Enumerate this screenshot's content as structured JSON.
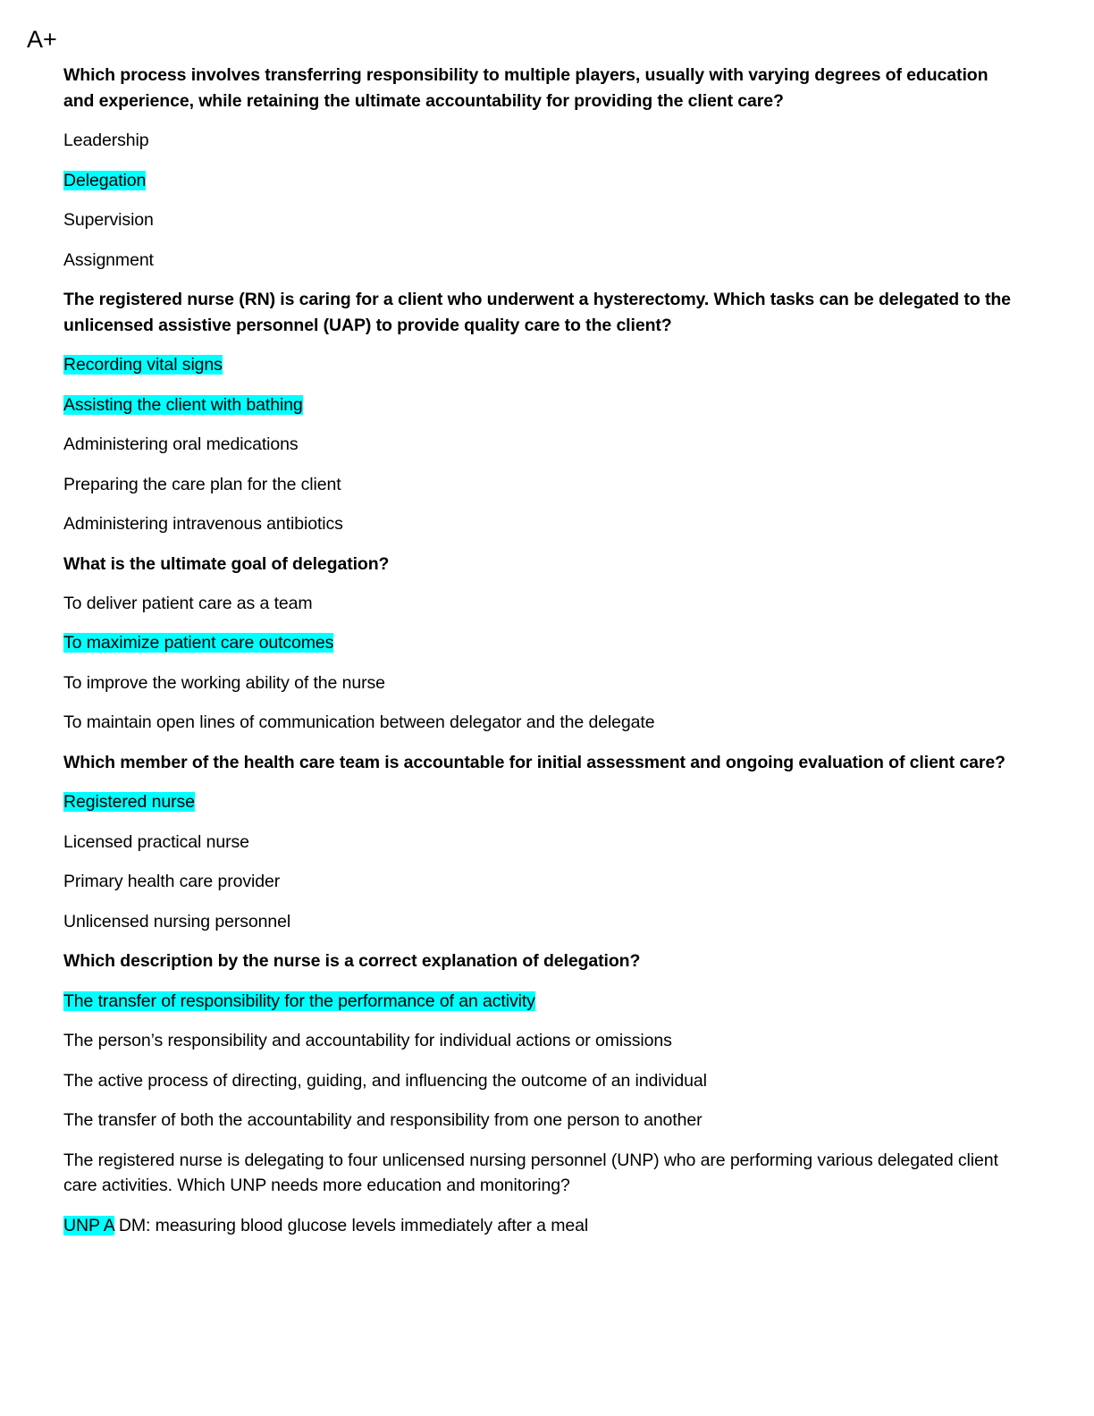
{
  "header": {
    "grade_label": "A+"
  },
  "highlight_color": "#00ffff",
  "questions": [
    {
      "question": "Which process involves transferring responsibility to multiple players, usually with varying degrees of education and experience, while retaining the ultimate accountability for providing the client care?",
      "options": [
        {
          "text": "Leadership",
          "highlighted": false
        },
        {
          "text": "Delegation",
          "highlighted": true
        },
        {
          "text": "Supervision",
          "highlighted": false
        },
        {
          "text": "Assignment",
          "highlighted": false
        }
      ]
    },
    {
      "question": "The registered nurse (RN) is caring for a client who underwent a hysterectomy. Which tasks can be delegated to the unlicensed assistive personnel (UAP) to provide quality care to the client?",
      "options": [
        {
          "text": "Recording vital signs",
          "highlighted": true
        },
        {
          "text": "Assisting the client with bathing",
          "highlighted": true
        },
        {
          "text": "Administering oral medications",
          "highlighted": false
        },
        {
          "text": "Preparing the care plan for the client",
          "highlighted": false
        },
        {
          "text": "Administering intravenous antibiotics",
          "highlighted": false
        }
      ]
    },
    {
      "question": "What is the ultimate goal of delegation?",
      "options": [
        {
          "text": "To deliver patient care as a team",
          "highlighted": false
        },
        {
          "text": "To maximize patient care outcomes",
          "highlighted": true
        },
        {
          "text": "To improve the working ability of the nurse",
          "highlighted": false
        },
        {
          "text": "To maintain open lines of communication between delegator and the delegate",
          "highlighted": false
        }
      ]
    },
    {
      "question": "Which member of the health care team is accountable for initial assessment and ongoing evaluation of client care?",
      "options": [
        {
          "text": "Registered nurse",
          "highlighted": true
        },
        {
          "text": "Licensed practical nurse",
          "highlighted": false
        },
        {
          "text": "Primary health care provider",
          "highlighted": false
        },
        {
          "text": "Unlicensed nursing personnel",
          "highlighted": false
        }
      ]
    },
    {
      "question": "Which description by the nurse is a correct explanation of delegation?",
      "options": [
        {
          "text": "The transfer of responsibility for the performance of an activity",
          "highlighted": true
        },
        {
          "text": "The person’s responsibility and accountability for individual actions or omissions",
          "highlighted": false
        },
        {
          "text": "The active process of directing, guiding, and influencing the outcome of an individual",
          "highlighted": false
        },
        {
          "text": "The transfer of both the accountability and responsibility from one person to another",
          "highlighted": false
        }
      ]
    }
  ],
  "final_question": {
    "text": "The registered nurse is delegating to four unlicensed nursing personnel (UNP) who are performing various delegated client care activities. Which UNP needs more education and monitoring?",
    "answer_highlighted": "UNP A",
    "answer_rest": " DM: measuring blood glucose levels immediately after a meal"
  }
}
